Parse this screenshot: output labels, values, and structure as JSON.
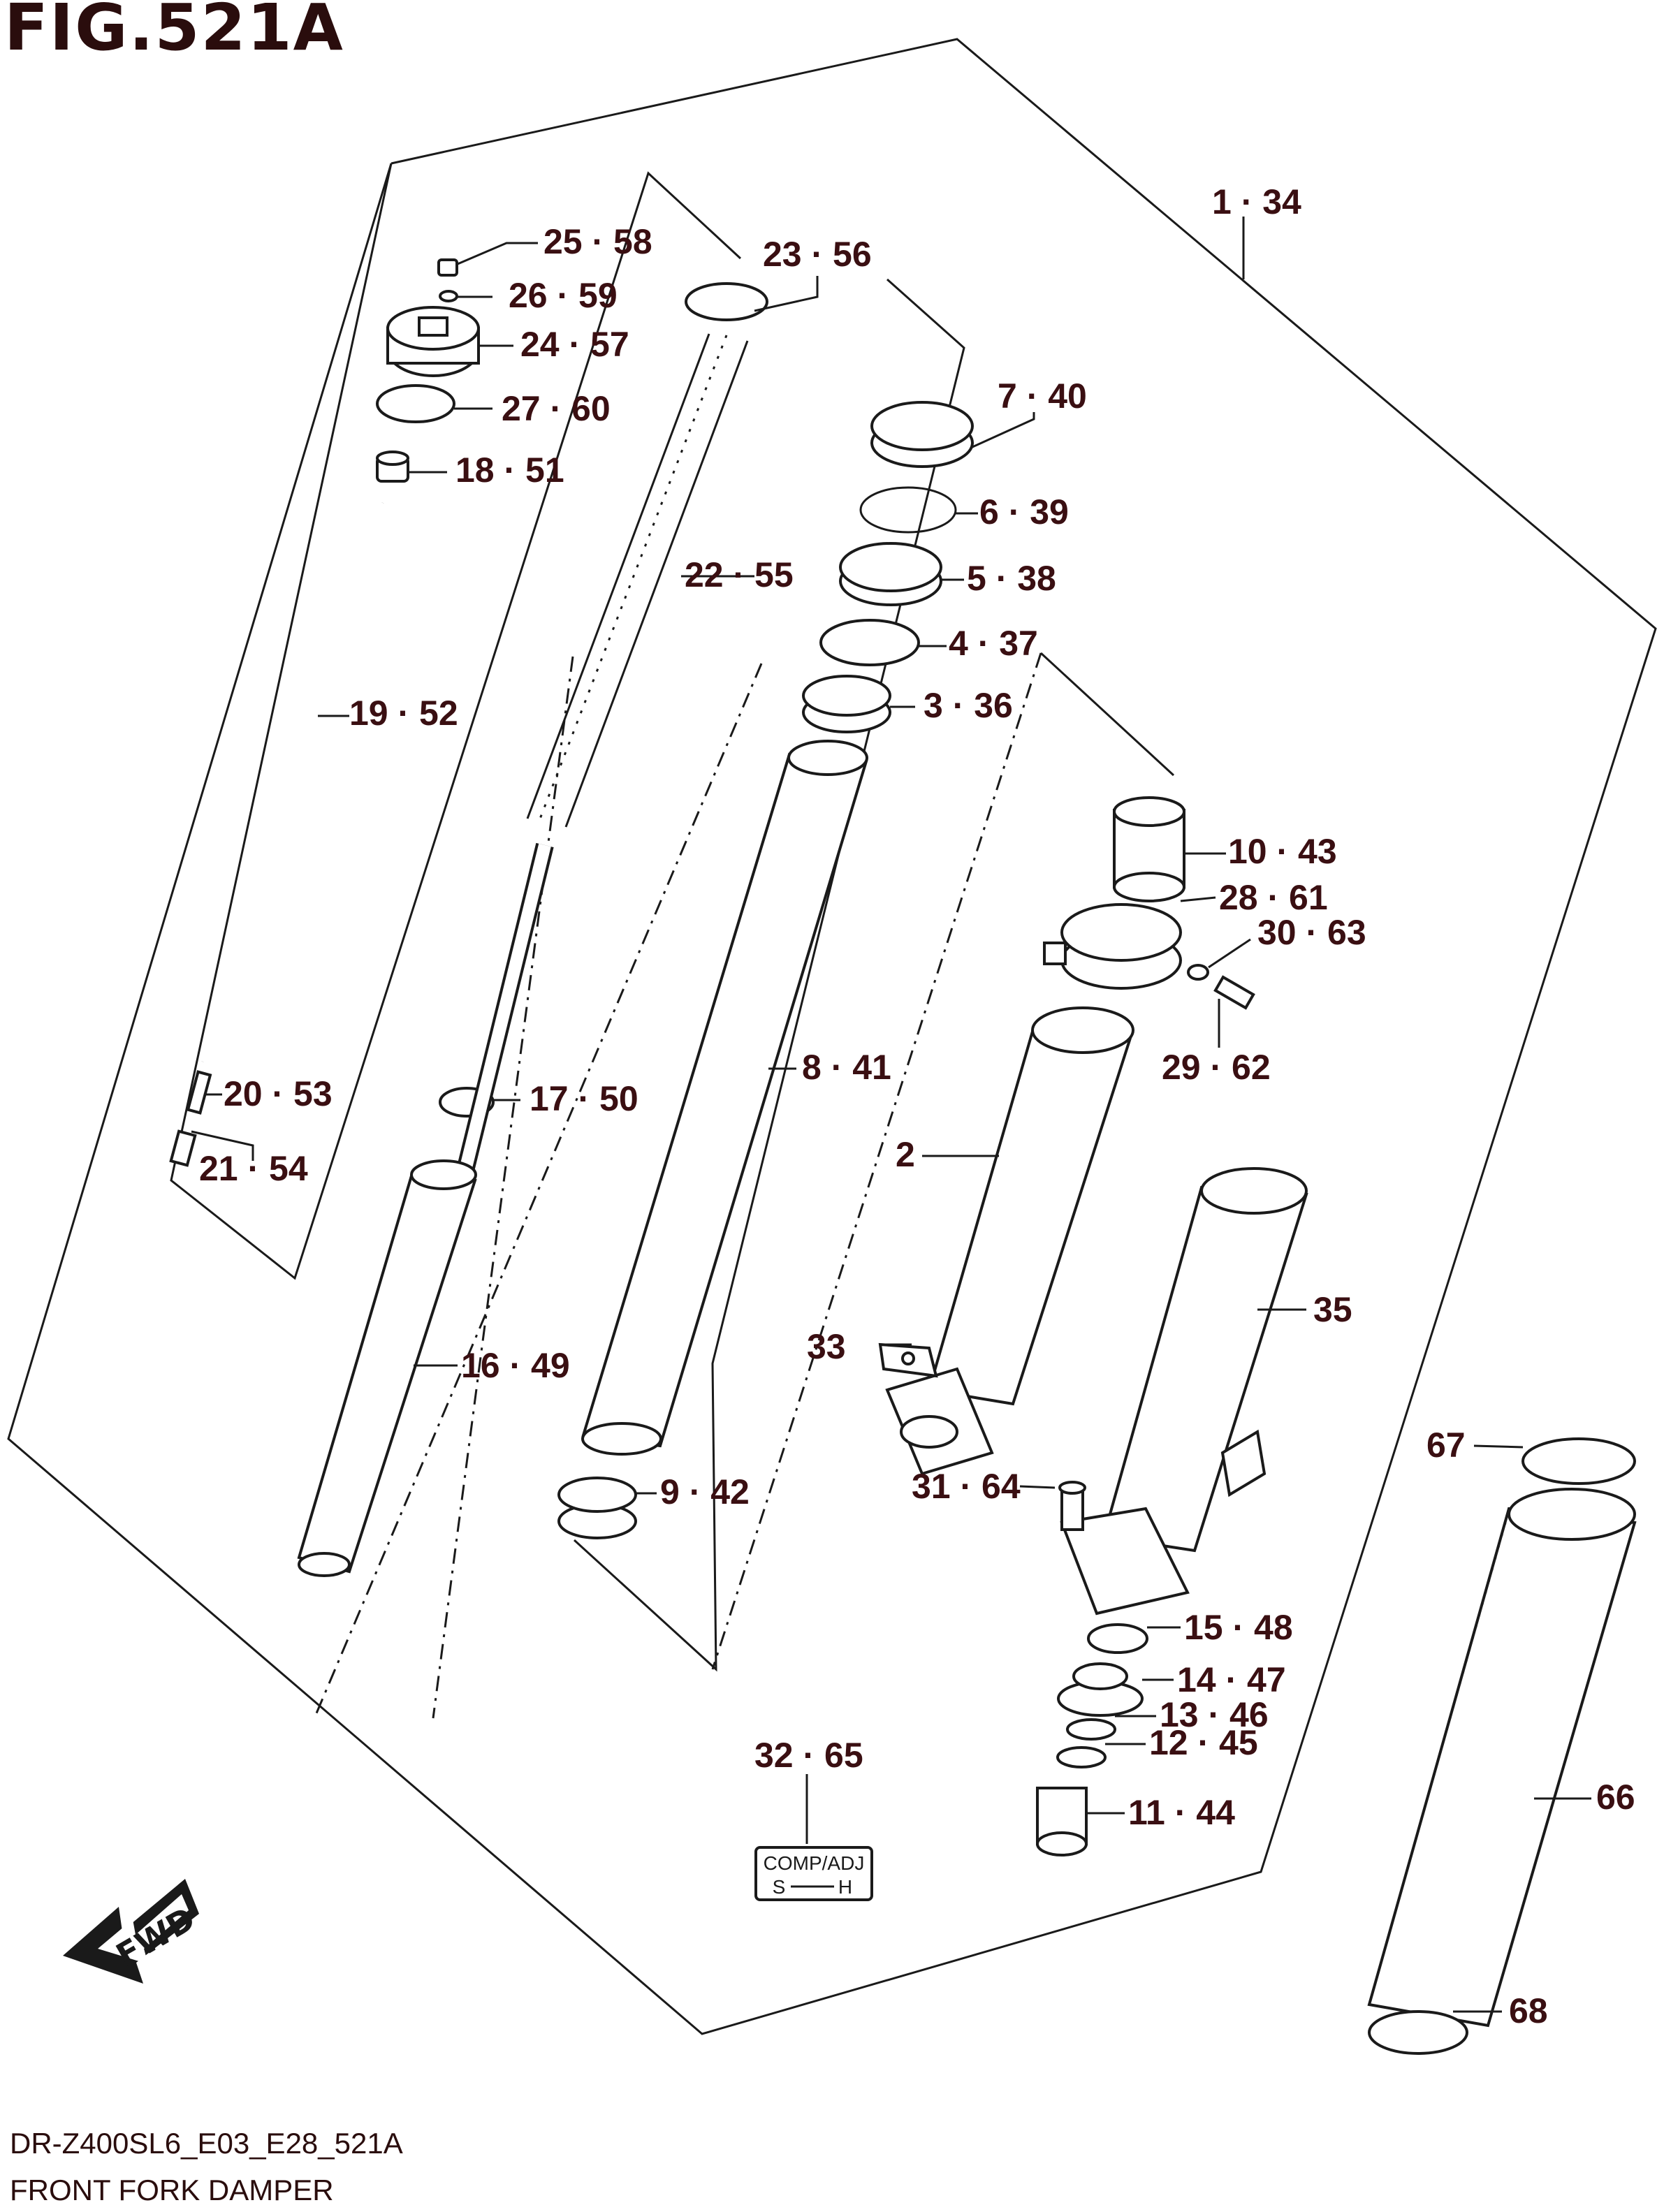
{
  "figure_title": "FIG.521A",
  "footer": {
    "code": "DR-Z400SL6_E03_E28_521A",
    "name": "FRONT FORK DAMPER"
  },
  "callouts": [
    {
      "id": "c1",
      "text": "1 · 34"
    },
    {
      "id": "c25",
      "text": "25 · 58"
    },
    {
      "id": "c26",
      "text": "26 · 59"
    },
    {
      "id": "c24",
      "text": "24 · 57"
    },
    {
      "id": "c27",
      "text": "27 · 60"
    },
    {
      "id": "c18",
      "text": "18 · 51"
    },
    {
      "id": "c23",
      "text": "23 · 56"
    },
    {
      "id": "c7",
      "text": "7 · 40"
    },
    {
      "id": "c6",
      "text": "6 · 39"
    },
    {
      "id": "c5",
      "text": "5 · 38"
    },
    {
      "id": "c4",
      "text": "4 · 37"
    },
    {
      "id": "c3",
      "text": "3 · 36"
    },
    {
      "id": "c22",
      "text": "22 · 55"
    },
    {
      "id": "c19",
      "text": "19 · 52"
    },
    {
      "id": "c10",
      "text": "10 · 43"
    },
    {
      "id": "c28",
      "text": "28 · 61"
    },
    {
      "id": "c30",
      "text": "30 · 63"
    },
    {
      "id": "c29",
      "text": "29 · 62"
    },
    {
      "id": "c8",
      "text": "8 · 41"
    },
    {
      "id": "c20",
      "text": "20 · 53"
    },
    {
      "id": "c17",
      "text": "17 · 50"
    },
    {
      "id": "c21",
      "text": "21 · 54"
    },
    {
      "id": "c2",
      "text": "2"
    },
    {
      "id": "c35",
      "text": "35"
    },
    {
      "id": "c33",
      "text": "33"
    },
    {
      "id": "c16",
      "text": "16 · 49"
    },
    {
      "id": "c67",
      "text": "67"
    },
    {
      "id": "c31",
      "text": "31 · 64"
    },
    {
      "id": "c9",
      "text": "9 · 42"
    },
    {
      "id": "c15",
      "text": "15 · 48"
    },
    {
      "id": "c14",
      "text": "14 · 47"
    },
    {
      "id": "c13",
      "text": "13 · 46"
    },
    {
      "id": "c12",
      "text": "12 · 45"
    },
    {
      "id": "c32",
      "text": "32 · 65"
    },
    {
      "id": "c66",
      "text": "66"
    },
    {
      "id": "c11",
      "text": "11 · 44"
    },
    {
      "id": "c68",
      "text": "68"
    }
  ],
  "adjuster_label": {
    "line1": "COMP/ADJ",
    "line2_left": "S",
    "line2_right": "H"
  },
  "fwd_label": "FWD"
}
